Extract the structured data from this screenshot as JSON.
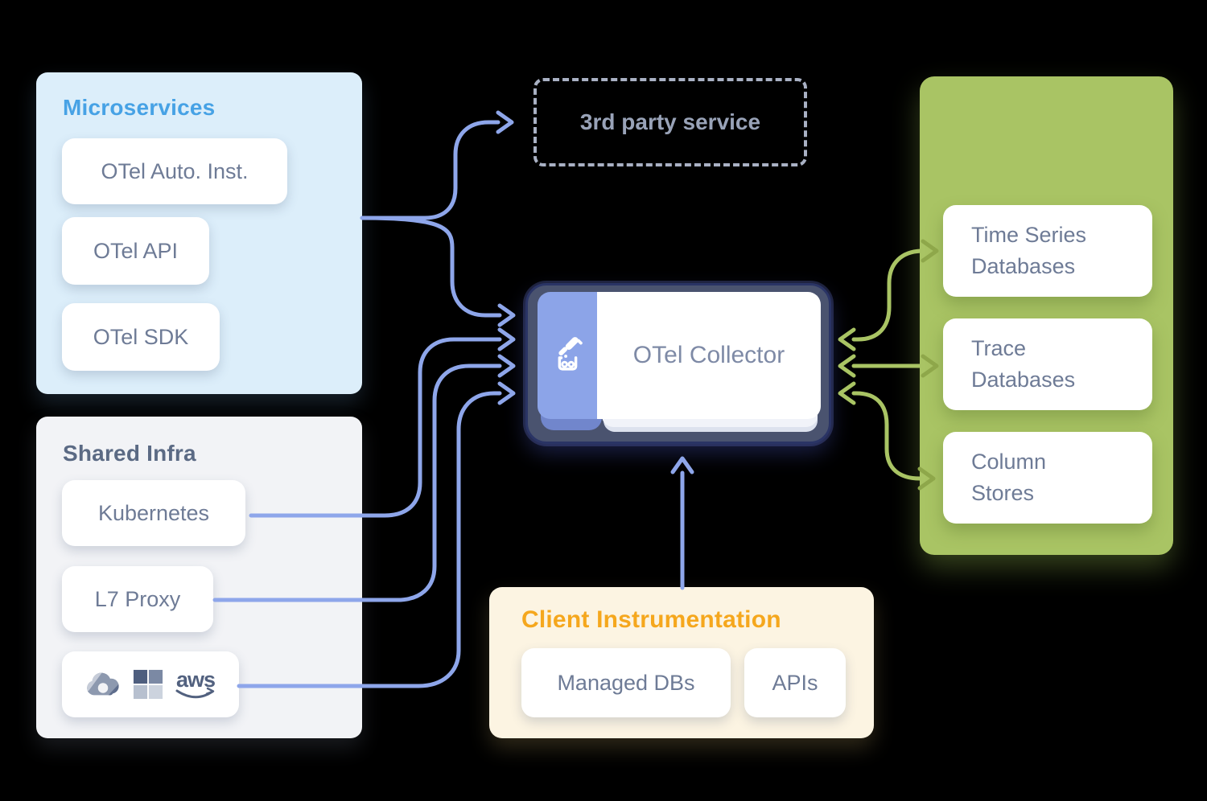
{
  "microservices": {
    "title": "Microservices",
    "items": [
      "OTel Auto. Inst.",
      "OTel API",
      "OTel SDK"
    ]
  },
  "shared_infra": {
    "title": "Shared Infra",
    "items": [
      "Kubernetes",
      "L7 Proxy"
    ],
    "cloud_card_icons": [
      "google-cloud",
      "microsoft",
      "aws"
    ],
    "aws_label": "aws"
  },
  "third_party": {
    "label": "3rd party service"
  },
  "collector": {
    "label": "OTel Collector",
    "icon": "otel-telescope"
  },
  "databases": {
    "items": [
      "Time Series Databases",
      "Trace Databases",
      "Column Stores"
    ]
  },
  "client_instrumentation": {
    "title": "Client Instrumentation",
    "items": [
      "Managed DBs",
      "APIs"
    ]
  },
  "colors": {
    "arrow_blue": "#8ea6ea",
    "arrow_green": "#a9c464",
    "arrow_green_dark": "#8ea74a",
    "periwinkle": "#8ca4e8",
    "green": "#a9c464",
    "microservices_title": "#47a2e5",
    "shared_infra_title": "#5b6a84",
    "client_title": "#f5a71d",
    "collector_frame": "#4a536f",
    "card_text": "#6e7b96"
  }
}
